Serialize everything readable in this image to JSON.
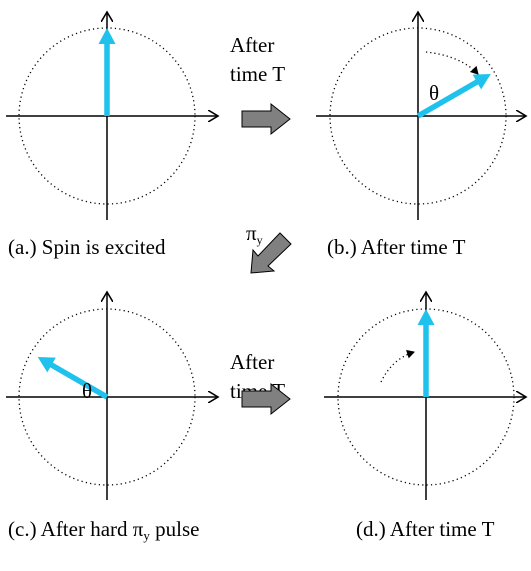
{
  "colors": {
    "spin": "#1EC2EC",
    "axis": "#000000",
    "circle": "#000000",
    "block_arrow": "#808080",
    "block_arrow_border": "#000000"
  },
  "panels": {
    "a": {
      "caption": "(a.) Spin is excited",
      "spin_angle_deg": 90
    },
    "b": {
      "caption": "(b.) After time T",
      "spin_angle_deg": 30,
      "theta_label": "θ"
    },
    "c": {
      "caption": "(c.) After hard π",
      "caption_sub": "y",
      "caption_suffix": " pulse",
      "spin_angle_deg": 150,
      "theta_label": "θ"
    },
    "d": {
      "caption": "(d.) After time T",
      "spin_angle_deg": 90
    }
  },
  "transitions": {
    "top": {
      "line1": "After",
      "line2": "time T"
    },
    "middle": {
      "symbol": "π",
      "sub": "y"
    },
    "bottom": {
      "line1": "After",
      "line2": "time T"
    }
  }
}
